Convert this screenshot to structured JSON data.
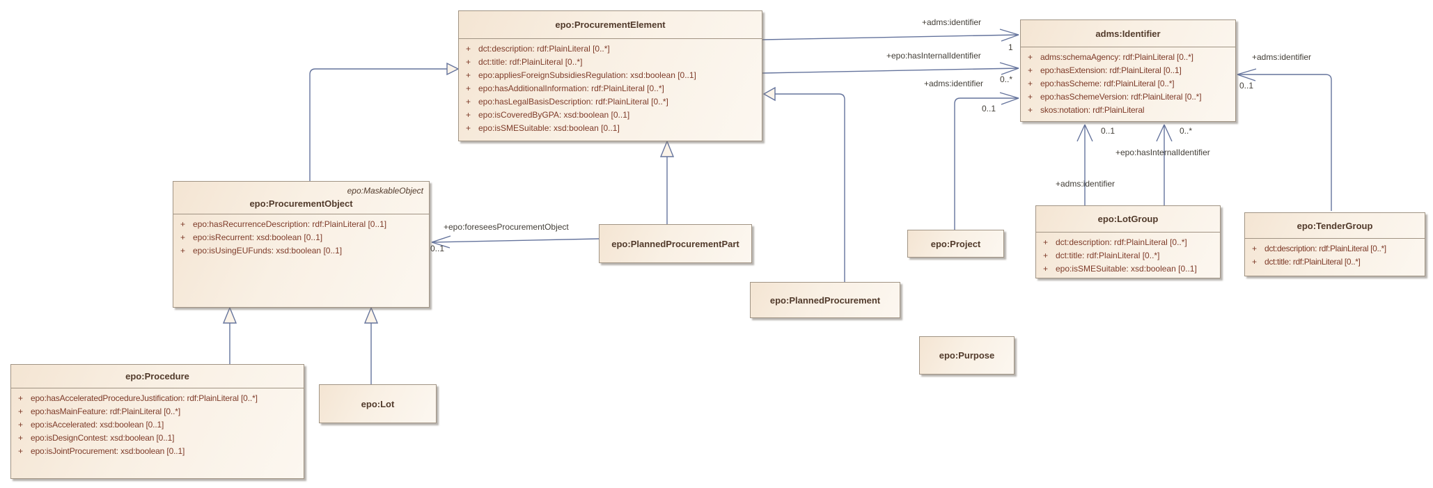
{
  "visibility_symbol": "+",
  "colors": {
    "background": "#ffffff",
    "box_fill_dark": "#f4e5d3",
    "box_fill_light": "#fcf7f0",
    "box_border": "#a09383",
    "title_text": "#513a2b",
    "attribute_text": "#7d3a28",
    "connector": "#64739c",
    "label_text": "#413d36"
  },
  "classes": [
    {
      "title": "epo:ProcurementElement",
      "attributes": [
        "dct:description: rdf:PlainLiteral [0..*]",
        "dct:title: rdf:PlainLiteral [0..*]",
        "epo:appliesForeignSubsidiesRegulation: xsd:boolean [0..1]",
        "epo:hasAdditionalInformation: rdf:PlainLiteral [0..*]",
        "epo:hasLegalBasisDescription: rdf:PlainLiteral [0..*]",
        "epo:isCoveredByGPA: xsd:boolean [0..1]",
        "epo:isSMESuitable: xsd:boolean [0..1]"
      ]
    },
    {
      "title": "adms:Identifier",
      "attributes": [
        "adms:schemaAgency: rdf:PlainLiteral [0..*]",
        "epo:hasExtension: rdf:PlainLiteral [0..1]",
        "epo:hasScheme: rdf:PlainLiteral [0..*]",
        "epo:hasSchemeVersion: rdf:PlainLiteral [0..*]",
        "skos:notation: rdf:PlainLiteral"
      ]
    },
    {
      "stereotype": "epo:MaskableObject",
      "title": "epo:ProcurementObject",
      "attributes": [
        "epo:hasRecurrenceDescription: rdf:PlainLiteral [0..1]",
        "epo:isRecurrent: xsd:boolean [0..1]",
        "epo:isUsingEUFunds: xsd:boolean [0..1]"
      ]
    },
    {
      "title": "epo:PlannedProcurementPart"
    },
    {
      "title": "epo:PlannedProcurement"
    },
    {
      "title": "epo:Project"
    },
    {
      "title": "epo:Purpose"
    },
    {
      "title": "epo:LotGroup",
      "attributes": [
        "dct:description: rdf:PlainLiteral [0..*]",
        "dct:title: rdf:PlainLiteral [0..*]",
        "epo:isSMESuitable: xsd:boolean [0..1]"
      ]
    },
    {
      "title": "epo:TenderGroup",
      "attributes": [
        "dct:description: rdf:PlainLiteral [0..*]",
        "dct:title: rdf:PlainLiteral [0..*]"
      ]
    },
    {
      "title": "epo:Procedure",
      "attributes": [
        "epo:hasAcceleratedProcedureJustification: rdf:PlainLiteral [0..*]",
        "epo:hasMainFeature: rdf:PlainLiteral [0..*]",
        "epo:isAccelerated: xsd:boolean [0..1]",
        "epo:isDesignContest: xsd:boolean [0..1]",
        "epo:isJointProcurement: xsd:boolean [0..1]"
      ]
    },
    {
      "title": "epo:Lot"
    }
  ],
  "associations": [
    {
      "label": "+adms:identifier",
      "multiplicity": "1"
    },
    {
      "label": "+epo:hasInternalIdentifier",
      "multiplicity": "0..*"
    },
    {
      "label": "+adms:identifier",
      "multiplicity": "0..1"
    },
    {
      "label": "+adms:identifier",
      "multiplicity": "0..1"
    },
    {
      "label": "+adms:identifier",
      "multiplicity": "0..1"
    },
    {
      "label": "+epo:hasInternalIdentifier",
      "multiplicity": "0..*"
    },
    {
      "label": "+epo:foreseesProcurementObject",
      "multiplicity": "0..1"
    }
  ]
}
